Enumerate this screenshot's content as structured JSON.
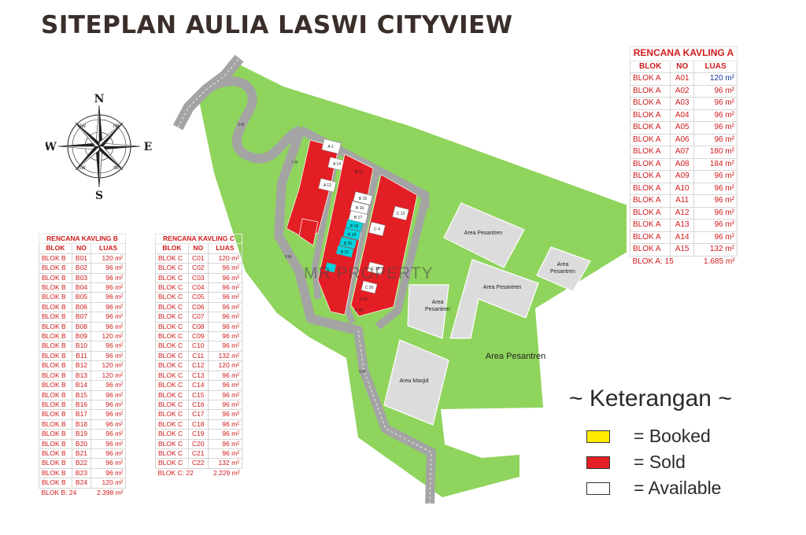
{
  "title": "SITEPLAN AULIA LASWI CITYVIEW",
  "watermark": "MR PROPERTY",
  "compass": {
    "n": "N",
    "s": "S",
    "e": "E",
    "w": "W",
    "ne": "NE",
    "nw": "NW",
    "se": "SE",
    "sw": "SW"
  },
  "colors": {
    "green": "#8fd45c",
    "road": "#a4a4a4",
    "sold": "#e31e24",
    "available": "#ffffff",
    "booked": "#ffeb00",
    "cyan": "#00d3dd",
    "pesantren": "#dcdcdc"
  },
  "map": {
    "road_labels": [
      "9 M",
      "7 M",
      "9 M",
      "9 M"
    ],
    "areas": [
      "Area Pesantren",
      "Area Pesantren",
      "Area\nPesantren",
      "Area\nPesantren",
      "Area Pesantren",
      "Area Masjid"
    ],
    "plot_labels": [
      "A 1",
      "A 14",
      "A 12",
      "B 12",
      "B 15",
      "B 16",
      "B 17",
      "B 18",
      "B 19",
      "B 20",
      "B 21",
      "C 13",
      "C 4",
      "C 18",
      "C 20",
      "C 21",
      "C 22"
    ]
  },
  "table_a": {
    "caption": "RENCANA KAVLING",
    "block_letter": "A",
    "headers": [
      "BLOK",
      "NO",
      "LUAS"
    ],
    "rows": [
      [
        "BLOK A",
        "A01",
        "120 m²"
      ],
      [
        "BLOK A",
        "A02",
        "96 m²"
      ],
      [
        "BLOK A",
        "A03",
        "96 m²"
      ],
      [
        "BLOK A",
        "A04",
        "96 m²"
      ],
      [
        "BLOK A",
        "A05",
        "96 m²"
      ],
      [
        "BLOK A",
        "A06",
        "96 m²"
      ],
      [
        "BLOK A",
        "A07",
        "180 m²"
      ],
      [
        "BLOK A",
        "A08",
        "184 m²"
      ],
      [
        "BLOK A",
        "A09",
        "96 m²"
      ],
      [
        "BLOK A",
        "A10",
        "96 m²"
      ],
      [
        "BLOK A",
        "A11",
        "96 m²"
      ],
      [
        "BLOK A",
        "A12",
        "96 m²"
      ],
      [
        "BLOK A",
        "A13",
        "96 m²"
      ],
      [
        "BLOK A",
        "A14",
        "96 m²"
      ],
      [
        "BLOK A",
        "A15",
        "132 m²"
      ]
    ],
    "footer": [
      "BLOK A: 15",
      "1.685 m²"
    ]
  },
  "table_b": {
    "caption": "RENCANA KAVLING",
    "block_letter": "B",
    "headers": [
      "BLOK",
      "NO",
      "LUAS"
    ],
    "rows": [
      [
        "BLOK B",
        "B01",
        "120 m²"
      ],
      [
        "BLOK B",
        "B02",
        "96 m²"
      ],
      [
        "BLOK B",
        "B03",
        "96 m²"
      ],
      [
        "BLOK B",
        "B04",
        "96 m²"
      ],
      [
        "BLOK B",
        "B05",
        "96 m²"
      ],
      [
        "BLOK B",
        "B06",
        "96 m²"
      ],
      [
        "BLOK B",
        "B07",
        "96 m²"
      ],
      [
        "BLOK B",
        "B08",
        "96 m²"
      ],
      [
        "BLOK B",
        "B09",
        "120 m²"
      ],
      [
        "BLOK B",
        "B10",
        "96 m²"
      ],
      [
        "BLOK B",
        "B11",
        "96 m²"
      ],
      [
        "BLOK B",
        "B12",
        "120 m²"
      ],
      [
        "BLOK B",
        "B13",
        "120 m²"
      ],
      [
        "BLOK B",
        "B14",
        "96 m²"
      ],
      [
        "BLOK B",
        "B15",
        "96 m²"
      ],
      [
        "BLOK B",
        "B16",
        "96 m²"
      ],
      [
        "BLOK B",
        "B17",
        "96 m²"
      ],
      [
        "BLOK B",
        "B18",
        "96 m²"
      ],
      [
        "BLOK B",
        "B19",
        "96 m²"
      ],
      [
        "BLOK B",
        "B20",
        "96 m²"
      ],
      [
        "BLOK B",
        "B21",
        "96 m²"
      ],
      [
        "BLOK B",
        "B22",
        "96 m²"
      ],
      [
        "BLOK B",
        "B23",
        "96 m²"
      ],
      [
        "BLOK B",
        "B24",
        "120 m²"
      ]
    ],
    "footer": [
      "BLOK B: 24",
      "2.398 m²"
    ]
  },
  "table_c": {
    "caption": "RENCANA KAVLING",
    "block_letter": "C",
    "headers": [
      "BLOK",
      "NO",
      "LUAS"
    ],
    "rows": [
      [
        "BLOK C",
        "C01",
        "120 m²"
      ],
      [
        "BLOK C",
        "C02",
        "96 m²"
      ],
      [
        "BLOK C",
        "C03",
        "96 m²"
      ],
      [
        "BLOK C",
        "C04",
        "96 m²"
      ],
      [
        "BLOK C",
        "C05",
        "96 m²"
      ],
      [
        "BLOK C",
        "C06",
        "96 m²"
      ],
      [
        "BLOK C",
        "C07",
        "96 m²"
      ],
      [
        "BLOK C",
        "C08",
        "96 m²"
      ],
      [
        "BLOK C",
        "C09",
        "96 m²"
      ],
      [
        "BLOK C",
        "C10",
        "96 m²"
      ],
      [
        "BLOK C",
        "C11",
        "132 m²"
      ],
      [
        "BLOK C",
        "C12",
        "120 m²"
      ],
      [
        "BLOK C",
        "C13",
        "96 m²"
      ],
      [
        "BLOK C",
        "C14",
        "96 m²"
      ],
      [
        "BLOK C",
        "C15",
        "96 m²"
      ],
      [
        "BLOK C",
        "C16",
        "96 m²"
      ],
      [
        "BLOK C",
        "C17",
        "96 m²"
      ],
      [
        "BLOK C",
        "C18",
        "96 m²"
      ],
      [
        "BLOK C",
        "C19",
        "96 m²"
      ],
      [
        "BLOK C",
        "C20",
        "96 m²"
      ],
      [
        "BLOK C",
        "C21",
        "96 m²"
      ],
      [
        "BLOK C",
        "C22",
        "132 m²"
      ]
    ],
    "footer": [
      "BLOK C: 22",
      "2.229 m²"
    ]
  },
  "legend": {
    "title": "~ Keterangan ~",
    "items": [
      {
        "label": "= Booked",
        "color": "#ffeb00"
      },
      {
        "label": "= Sold",
        "color": "#e31e24"
      },
      {
        "label": "= Available",
        "color": "#ffffff"
      }
    ]
  }
}
